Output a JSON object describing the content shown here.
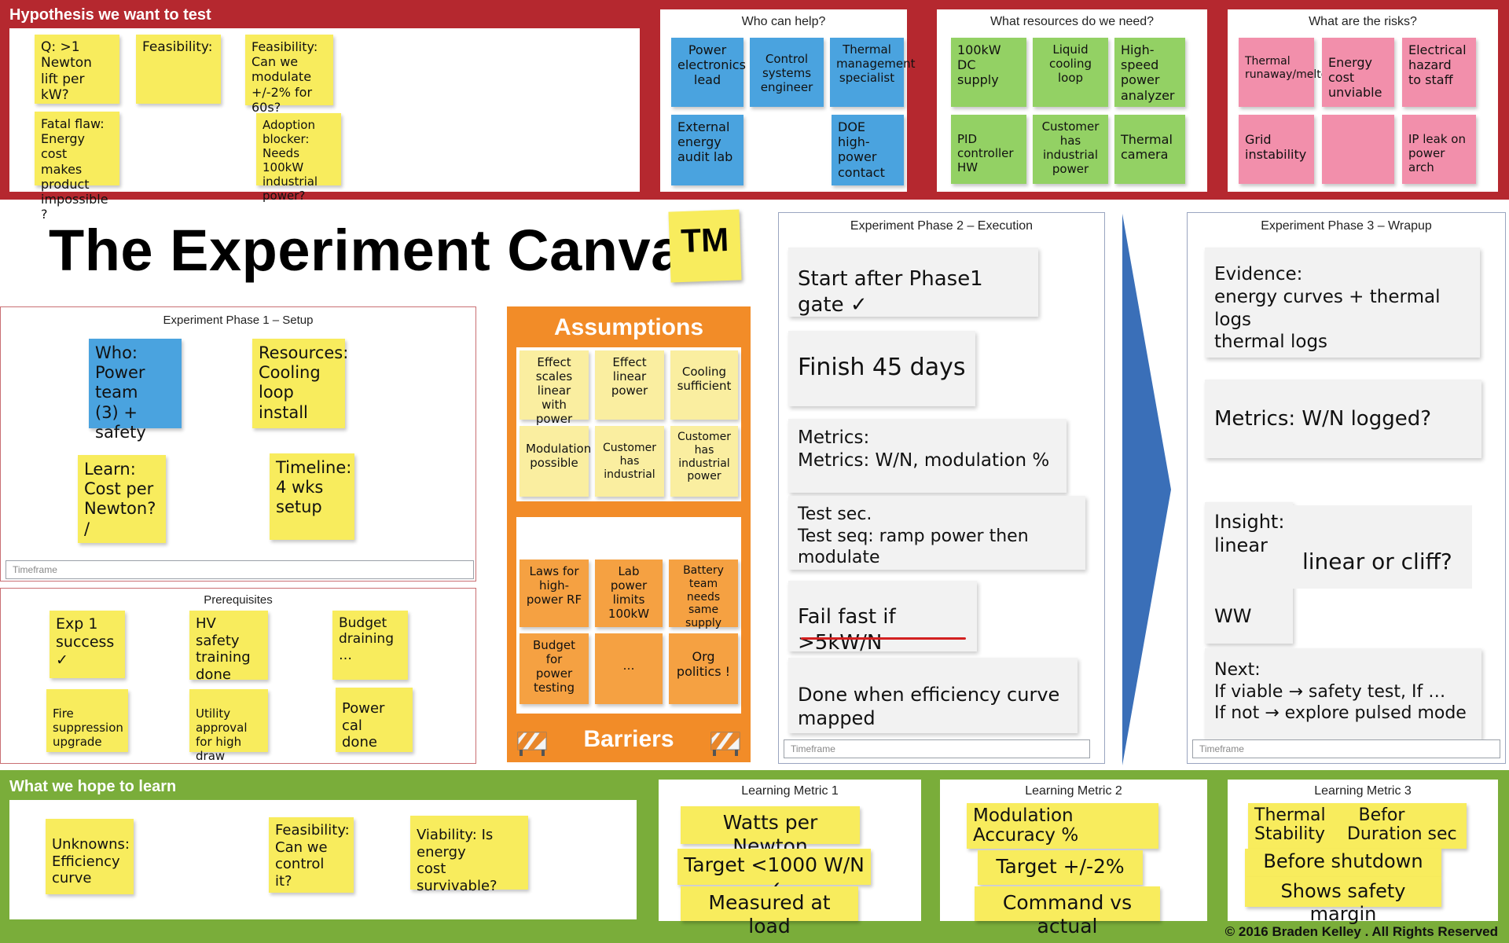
{
  "hypothesis": {
    "title": "Hypothesis we want to test",
    "notes": [
      "Q: >1 Newton\nlift per kW?",
      "Feasibility:",
      "Feasibility:\nCan we modulate\n+/-2% for 60s?",
      "Fatal flaw:\nEnergy cost\nmakes product\nimpossible ?",
      "Adoption blocker:\nNeeds 100kW\nindustrial power?"
    ]
  },
  "who_can_help": {
    "title": "Who can help?",
    "notes": [
      "Power\nelectronics\nlead",
      "Control systems\nengineer",
      "Thermal\nmanagement\nspecialist",
      "External\nenergy\naudit lab",
      "DOE\nhigh-power\ncontact"
    ]
  },
  "resources": {
    "title": "What resources do we need?",
    "notes": [
      "100kW DC\nsupply",
      "Liquid cooling\nloop",
      "High-speed\npower\nanalyzer",
      "PID controller\nHW",
      "Customer has\nindustrial\npower",
      "Thermal\ncamera"
    ]
  },
  "risks": {
    "title": "What are the risks?",
    "notes": [
      "Thermal\nrunaway/meltdown",
      "Energy cost\nunviable",
      "Electrical\nhazard\nto staff",
      "Grid\ninstability",
      "",
      "IP leak on\npower arch"
    ]
  },
  "canvas_title": "The Experiment Canvas",
  "tm": "TM",
  "phase1": {
    "title": "Experiment Phase 1 – Setup",
    "notes": [
      "Who:\nPower team\n(3) + safety",
      "Resources:\nCooling loop\ninstall",
      "Learn:\nCost per\nNewton? /",
      "Timeline:\n4 wks\nsetup"
    ],
    "timeframe": "Timeframe"
  },
  "prereq": {
    "title": "Prerequisites",
    "notes": [
      "Exp 1\nsuccess ✓",
      "HV safety\ntraining\ndone",
      "Budget\ndraining\n…",
      "Fire suppression\nupgrade",
      "Utility approval\nfor high draw",
      "Power cal\ndone"
    ]
  },
  "assumptions": {
    "title": "Assumptions",
    "notes": [
      "Effect scales\nlinear\nwith power",
      "Effect\nlinear\npower",
      "Cooling\nsufficient",
      "Modulation\npossible",
      "Customer has\nindustrial",
      "Customer has\nindustrial\npower"
    ]
  },
  "barriers": {
    "title": "Barriers",
    "notes": [
      "Laws for\nhigh-\npower RF",
      "Lab power\nlimits\n100kW",
      "Battery team\nneeds\nsame supply",
      "Budget for\npower\ntesting",
      "…",
      "Org\npolitics !"
    ]
  },
  "phase2": {
    "title": "Experiment Phase 2 – Execution",
    "cards": [
      "Start after Phase1 gate ✓",
      "Finish  45 days",
      "Metrics:\nMetrics: W/N, modulation %",
      "Test sec.\nTest seq: ramp power then modulate",
      "Fail fast if >5kW/N",
      "Done when efficiency curve mapped"
    ],
    "timeframe": "Timeframe"
  },
  "phase3": {
    "title": "Experiment Phase 3 – Wrapup",
    "cards": [
      "Evidence:\nenergy curves + thermal logs\nthermal logs",
      "Metrics: W/N logged?",
      "Insight:\nlinear\n\n\nWW",
      "linear or cliff?",
      "Next:\nIf viable → safety test, If …\nIf not → explore pulsed mode"
    ],
    "timeframe": "Timeframe"
  },
  "learn": {
    "title": "What we hope to learn",
    "notes": [
      "Unknowns:\nEfficiency curve",
      "Feasibility:\nCan we control\nit?",
      "Viability: Is energy\ncost survivable?"
    ]
  },
  "metric1": {
    "title": "Learning Metric 1",
    "notes": [
      "Watts per Newton",
      "Target <1000 W/N ✓",
      "Measured at load"
    ]
  },
  "metric2": {
    "title": "Learning Metric 2",
    "notes": [
      "Modulation\nAccuracy %",
      "Target +/-2%",
      "Command vs actual"
    ]
  },
  "metric3": {
    "title": "Learning Metric 3",
    "notes": [
      "Thermal      Befor\nStability    Duration sec",
      "Before shutdown",
      "Shows safety margin"
    ]
  },
  "copyright": "© 2016 Braden Kelley . All Rights Reserved"
}
